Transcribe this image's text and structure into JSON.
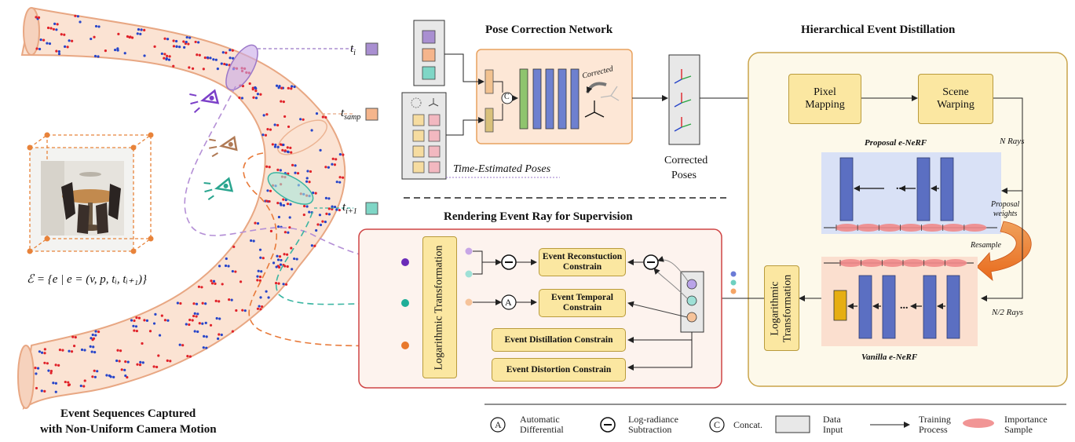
{
  "left": {
    "t_i_label": "t",
    "t_i_sub": "i",
    "t_samp_label": "t",
    "t_samp_sub": "samp",
    "t_i1_label": "t",
    "t_i1_sub": "i+1",
    "formula": "ℰ = {e | e = (v, p, tᵢ, tᵢ₊₁)}",
    "caption_line1": "Event Sequences Captured",
    "caption_line2": "with Non-Uniform Camera Motion",
    "colors": {
      "tube": "#fbe3d3",
      "tube_edge": "#e8a783",
      "event_red": "#e0222a",
      "event_blue": "#2745c9",
      "t_i": "#a98fd1",
      "t_samp": "#f5b58c",
      "t_i1": "#7fd6c6"
    }
  },
  "pose_net": {
    "title": "Pose Correction Network",
    "corrected_tag": "Corrected",
    "concat_symbol": "C",
    "time_estimated": "Time-Estimated Poses"
  },
  "corrected_poses": {
    "line1": "Corrected",
    "line2": "Poses"
  },
  "rendering": {
    "title": "Rendering Event Ray for Supervision",
    "log_transform": "Logarithmic Transformation",
    "auto_symbol": "A",
    "boxes": {
      "reconstruction": [
        "Event Reconstuction",
        "Constrain"
      ],
      "temporal": [
        "Event Temporal",
        "Constrain"
      ],
      "distillation": "Event Distillation Constrain",
      "distortion": "Event Distortion Constrain"
    }
  },
  "hierarchical": {
    "title": "Hierarchical Event Distillation",
    "pixel_mapping": [
      "Pixel",
      "Mapping"
    ],
    "scene_warping": [
      "Scene",
      "Warping"
    ],
    "proposal_label": "Proposal e-NeRF",
    "vanilla_label": "Vanilla e-NeRF",
    "n_rays": "N Rays",
    "n2_rays": "N/2 Rays",
    "proposal_weights": [
      "Proposal",
      "weights"
    ],
    "resample": "Resample",
    "log_transform": [
      "Logarithmic",
      "Transformation"
    ],
    "ellipsis": "..."
  },
  "legend": {
    "auto_symbol": "A",
    "auto_text": [
      "Automatic",
      "Differential"
    ],
    "sub_text": [
      "Log-radiance",
      "Subtraction"
    ],
    "concat_symbol": "C",
    "concat_text": "Concat.",
    "data_text": [
      "Data",
      "Input"
    ],
    "train_text": [
      "Training",
      "Process"
    ],
    "imp_text": [
      "Importance",
      "Sample"
    ]
  }
}
